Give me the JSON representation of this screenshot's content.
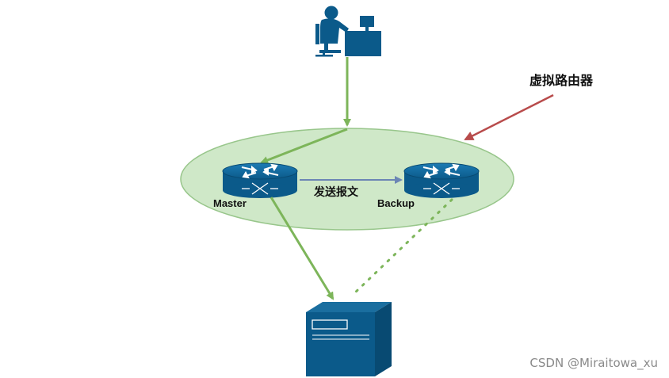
{
  "labels": {
    "virtual_router": "虚拟路由器",
    "master": "Master",
    "backup": "Backup",
    "send_message": "发送报文"
  },
  "watermark": "CSDN @Miraitowa_xu",
  "icons": {
    "user": "user-at-desk-icon",
    "router": "router-icon",
    "server": "server-icon"
  },
  "colors": {
    "ellipse_fill": "#cfe8c8",
    "ellipse_stroke": "#98c68b",
    "green_link": "#7db55a",
    "red_pointer": "#b84b4b",
    "blue_link": "#6c86b5",
    "icon_blue": "#0b5a8a"
  }
}
